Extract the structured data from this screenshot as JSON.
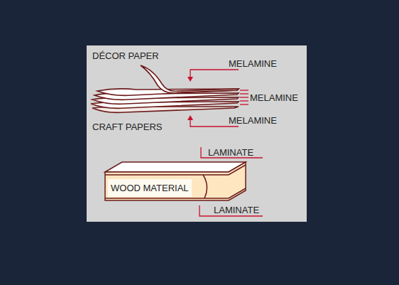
{
  "diagram": {
    "nodes": [
      {
        "text": [
          "WOOD MATERIAL"
        ]
      }
    ],
    "labels": [
      "DÉCOR PAPER",
      "MELAMINE",
      "MELAMINE",
      "MELAMINE",
      "CRAFT PAPERS",
      "LAMINATE",
      "LAMINATE"
    ]
  }
}
